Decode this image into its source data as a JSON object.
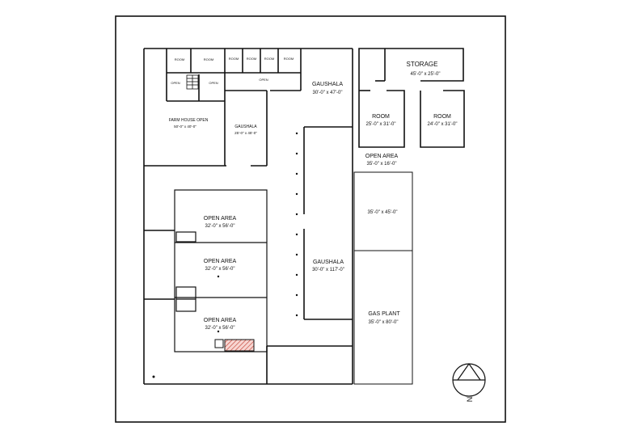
{
  "storage": {
    "label": "STORAGE",
    "dim": "45'-0\" x 25'-0\""
  },
  "gaushala_top": {
    "label": "GAUSHALA",
    "dim": "30'-0\" x 47'-0\""
  },
  "gaushala_small": {
    "label": "GAUSHALA",
    "dim": "25'-0\" x 45'-0\""
  },
  "gaushala_main": {
    "label": "GAUSHALA",
    "dim": "30'-0\" x 117'-0\""
  },
  "farmhouse": {
    "label": "FARM HOUSE OPEN",
    "dim": "50'-0\" x 40'-0\""
  },
  "room_1": {
    "label": "ROOM",
    "dim": "25'-0\" x 31'-0\""
  },
  "room_2": {
    "label": "ROOM",
    "dim": "24'-0\" x 31'-0\""
  },
  "open_area_right": {
    "label": "OPEN AREA",
    "dim": "35'-0\" x 16'-0\""
  },
  "open_block_right": {
    "dim": "35'-0\" x 45'-0\""
  },
  "gas_plant": {
    "label": "GAS PLANT",
    "dim": "35'-0\" x 80'-0\""
  },
  "open_area_1": {
    "label": "OPEN AREA",
    "dim": "32'-0\" x 56'-0\""
  },
  "open_area_2": {
    "label": "OPEN AREA",
    "dim": "32'-0\" x 56'-0\""
  },
  "open_area_3": {
    "label": "OPEN AREA",
    "dim": "32'-0\" x 56'-0\""
  },
  "small_rooms": [
    "ROOM",
    "ROOM",
    "ROOM",
    "ROOM",
    "ROOM",
    "ROOM"
  ],
  "small_opens": [
    "OPEN",
    "OPEN",
    "OPEN"
  ],
  "north": {
    "label": "N"
  },
  "colors": {
    "line": "#111111",
    "hatch": "#c0392b"
  }
}
